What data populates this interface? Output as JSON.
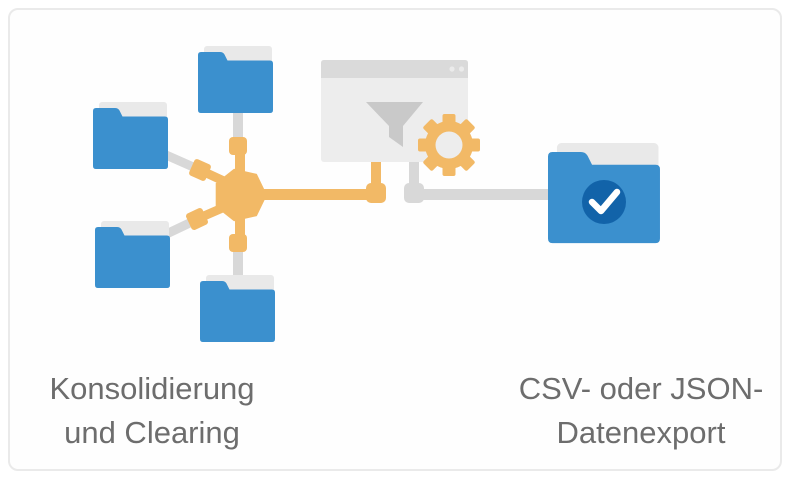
{
  "figure": {
    "type": "process-diagram",
    "background": "#ffffff",
    "card_border_color": "#eaeaea"
  },
  "colors": {
    "accent_orange": "#F2B966",
    "folder_blue": "#3B90CE",
    "check_circle_blue": "#1263A9",
    "connector_gray": "#D8D8D8",
    "window_body_gray": "#EDEDED",
    "window_titlebar_gray": "#DADADA",
    "funnel_gray": "#C9C9C9",
    "paper_gray": "#E9E9E9",
    "caption_text_gray": "#6d6d6d"
  },
  "icons": [
    "folder-icon",
    "hub-icon",
    "browser-window-icon",
    "funnel-icon",
    "gear-icon",
    "check-icon"
  ],
  "steps": {
    "consolidation": {
      "caption_line1": "Konsolidierung",
      "caption_line2": "und Clearing"
    },
    "export": {
      "caption_line1": "CSV- oder JSON-",
      "caption_line2": "Datenexport"
    }
  }
}
